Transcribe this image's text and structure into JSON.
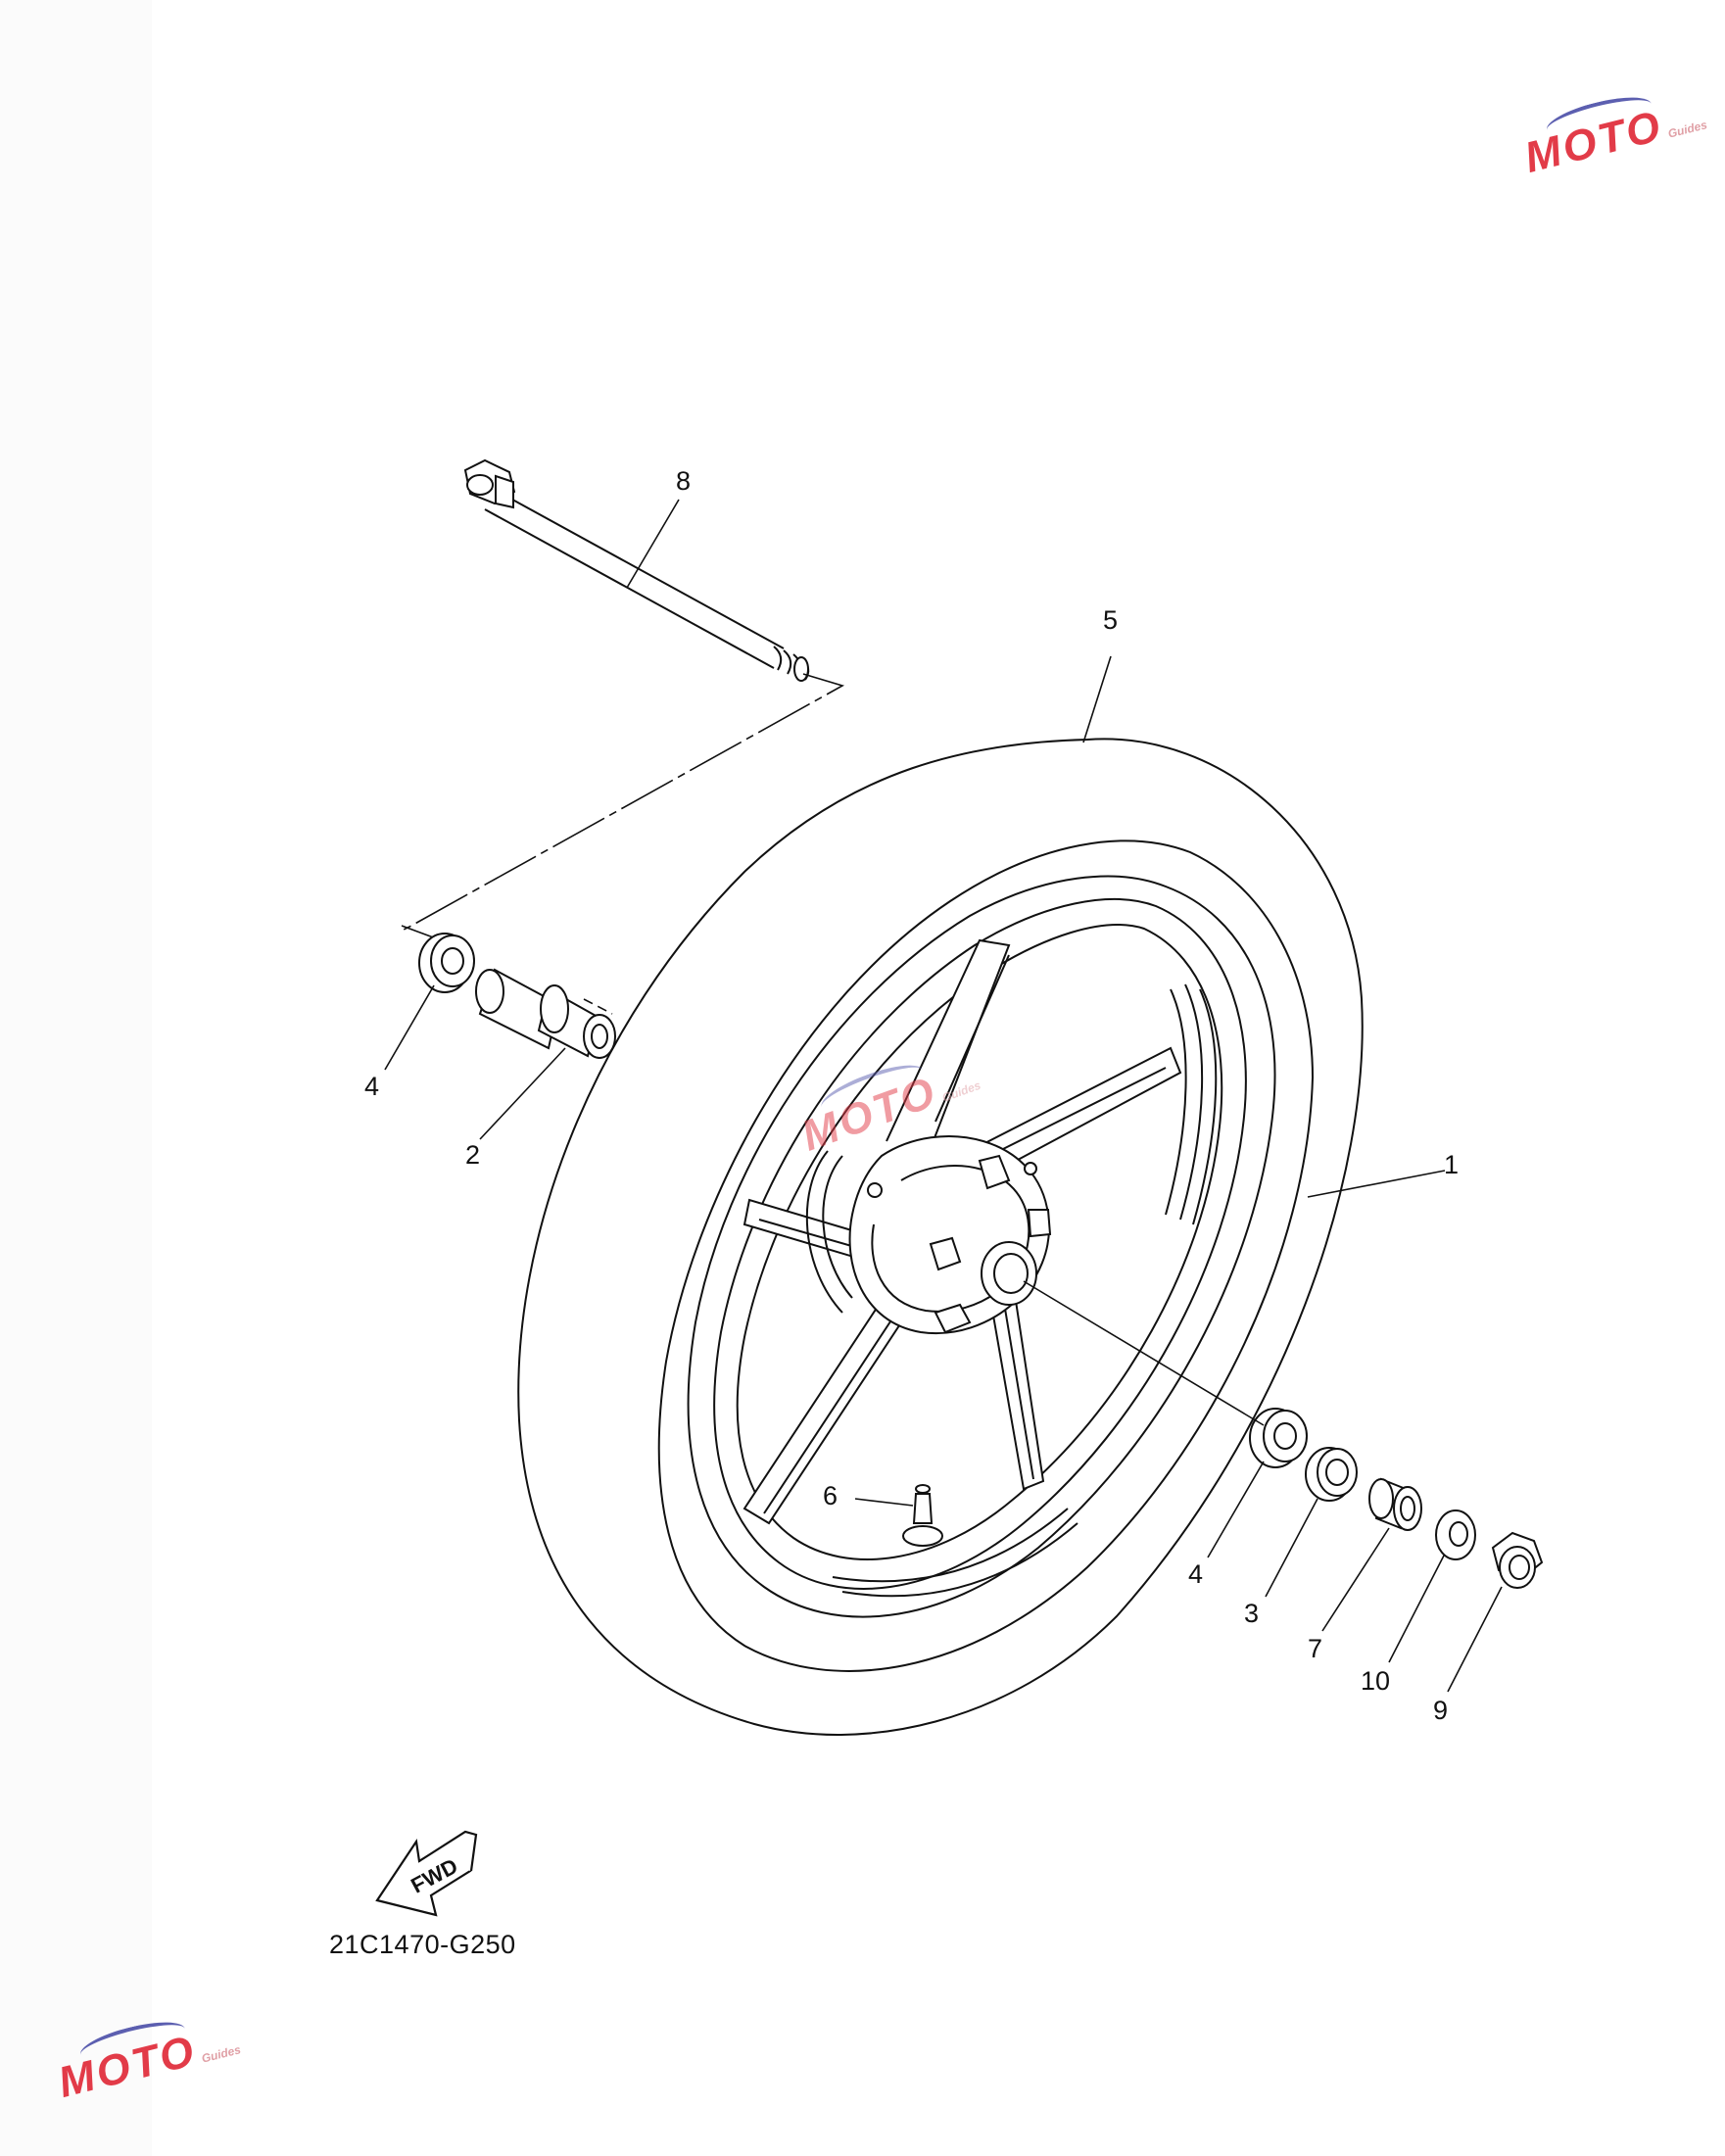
{
  "diagram": {
    "callouts": [
      {
        "id": "c8",
        "label": "8"
      },
      {
        "id": "c5",
        "label": "5"
      },
      {
        "id": "c1",
        "label": "1"
      },
      {
        "id": "c4a",
        "label": "4"
      },
      {
        "id": "c2",
        "label": "2"
      },
      {
        "id": "c6",
        "label": "6"
      },
      {
        "id": "c4b",
        "label": "4"
      },
      {
        "id": "c3",
        "label": "3"
      },
      {
        "id": "c7",
        "label": "7"
      },
      {
        "id": "c10",
        "label": "10"
      },
      {
        "id": "c9",
        "label": "9"
      }
    ],
    "fwd_label": "FWD",
    "reference_code": "21C1470-G250"
  },
  "watermark": {
    "brand": "MOTO",
    "sub": "Guides",
    "colors": {
      "red": "#e23b48",
      "blue": "#5c5fb0"
    }
  },
  "icons": {
    "fwd_arrow": "fwd-arrow-icon",
    "watermark_logo": "moto-guides-logo-icon"
  }
}
